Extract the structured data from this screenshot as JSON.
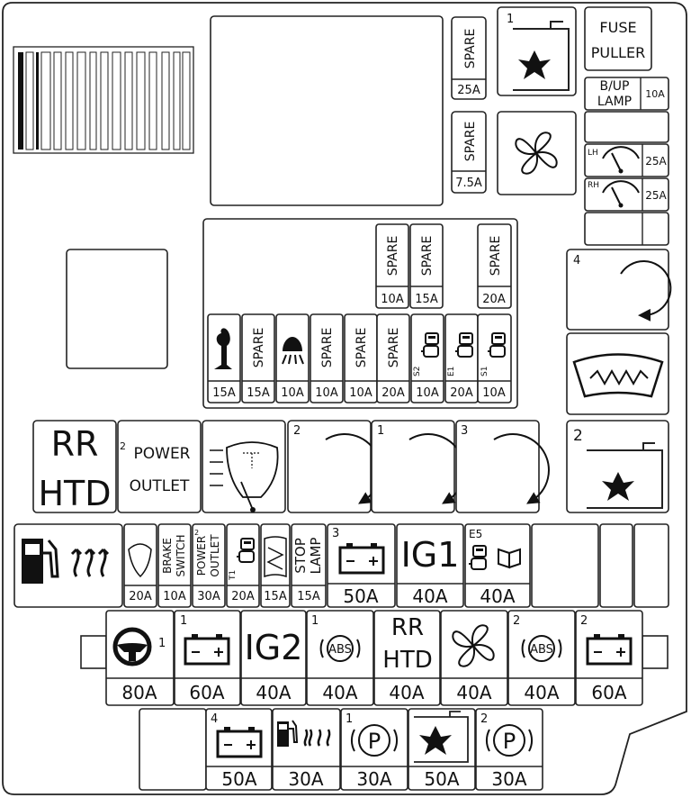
{
  "top_right": {
    "slot_number": "1",
    "fuse_puller": [
      "FUSE",
      "PULLER"
    ],
    "spare_25a": {
      "label": "SPARE",
      "amp": "25A"
    },
    "spare_7_5a": {
      "label": "SPARE",
      "amp": "7.5A"
    },
    "bup_lamp": {
      "label": [
        "B/UP",
        "LAMP"
      ],
      "amp": "10A"
    },
    "wiper_lh": {
      "side": "LH",
      "amp": "25A"
    },
    "wiper_rh": {
      "side": "RH",
      "amp": "25A"
    }
  },
  "mini_spares": [
    {
      "label": "SPARE",
      "amp": "10A"
    },
    {
      "label": "SPARE",
      "amp": "15A"
    },
    {
      "label": "SPARE",
      "amp": "20A"
    }
  ],
  "mini_row": [
    {
      "icon": "horn-icon",
      "amp": "15A"
    },
    {
      "label": "SPARE",
      "amp": "15A"
    },
    {
      "icon": "fog-lamp-icon",
      "amp": "10A"
    },
    {
      "label": "SPARE",
      "amp": "10A"
    },
    {
      "label": "SPARE",
      "amp": "10A"
    },
    {
      "label": "SPARE",
      "amp": "20A"
    },
    {
      "icon": "engine-ecu-icon",
      "sub": "S2",
      "amp": "10A"
    },
    {
      "icon": "engine-ecu-icon",
      "sub": "E1",
      "amp": "20A"
    },
    {
      "icon": "engine-ecu-icon",
      "sub": "S1",
      "amp": "10A"
    }
  ],
  "relay_row": {
    "rr_htd": [
      "RR",
      "HTD"
    ],
    "power_outlet": {
      "num": "2",
      "label": [
        "POWER",
        "OUTLET"
      ]
    },
    "relay_nums": [
      "2",
      "1",
      "3"
    ],
    "right_relay_num": "4",
    "fan_relay_num": "2"
  },
  "row5": [
    {
      "icon": "defrost-fuel-icon"
    },
    {
      "icon": "heated-mirror-icon",
      "amp": "20A"
    },
    {
      "label": [
        "BRAKE",
        "SWITCH"
      ],
      "amp": "10A"
    },
    {
      "label": [
        "POWER",
        "OUTLET"
      ],
      "num": "2",
      "amp": "30A"
    },
    {
      "icon": "engine-ecu-icon",
      "sub": "T1",
      "amp": "20A"
    },
    {
      "icon": "wiper-icon",
      "amp": "15A"
    },
    {
      "label": [
        "STOP",
        "LAMP"
      ],
      "amp": "15A"
    },
    {
      "icon": "battery-icon",
      "num": "3",
      "amp": "50A"
    },
    {
      "label": "IG1",
      "amp": "40A"
    },
    {
      "icon": "engine-ecu-icon",
      "sub": "E5",
      "amp": "40A"
    }
  ],
  "row6": [
    {
      "icon": "steering-wheel-icon",
      "num": "1",
      "amp": "80A"
    },
    {
      "icon": "battery-icon",
      "num": "1",
      "amp": "60A"
    },
    {
      "label": "IG2",
      "amp": "40A"
    },
    {
      "icon": "abs-icon",
      "num": "1",
      "amp": "40A"
    },
    {
      "label": [
        "RR",
        "HTD"
      ],
      "amp": "40A"
    },
    {
      "icon": "fan-icon",
      "amp": "40A"
    },
    {
      "icon": "abs-icon",
      "num": "2",
      "amp": "40A"
    },
    {
      "icon": "battery-icon",
      "num": "2",
      "amp": "60A"
    }
  ],
  "row7": [
    {
      "icon": "battery-icon",
      "num": "4",
      "amp": "50A"
    },
    {
      "icon": "defrost-fuel-icon",
      "amp": "30A"
    },
    {
      "icon": "parking-icon",
      "num": "1",
      "amp": "30A"
    },
    {
      "icon": "cooling-fan-icon",
      "amp": "50A"
    },
    {
      "icon": "parking-icon",
      "num": "2",
      "amp": "30A"
    }
  ]
}
